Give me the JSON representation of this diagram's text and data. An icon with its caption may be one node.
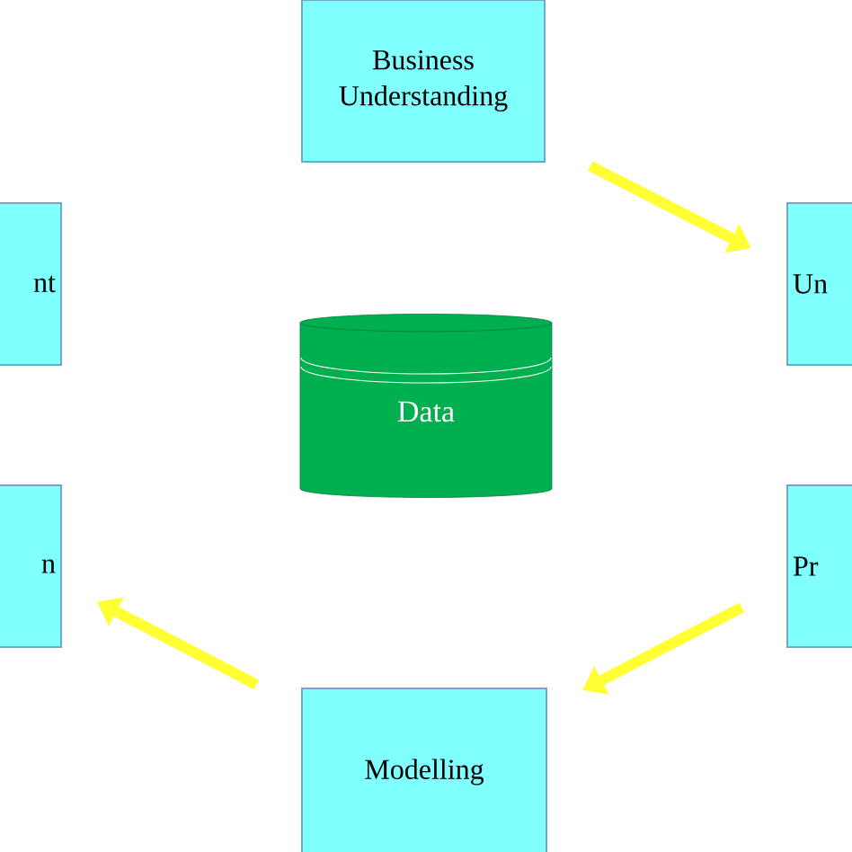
{
  "diagram": {
    "nodes": [
      {
        "text": [
          "Business Understanding"
        ]
      },
      {
        "text": [
          "nt"
        ]
      },
      {
        "text": [
          "Un"
        ]
      },
      {
        "text": [
          "Data"
        ]
      },
      {
        "text": [
          "n"
        ]
      },
      {
        "text": [
          "Pr"
        ]
      },
      {
        "text": [
          "Modelling"
        ]
      }
    ],
    "edges": [
      {
        "from": 0,
        "to": 2,
        "arrow": "to"
      },
      {
        "from": 5,
        "to": 6,
        "arrow": "to"
      },
      {
        "from": 6,
        "to": 4,
        "arrow": "to"
      }
    ]
  }
}
